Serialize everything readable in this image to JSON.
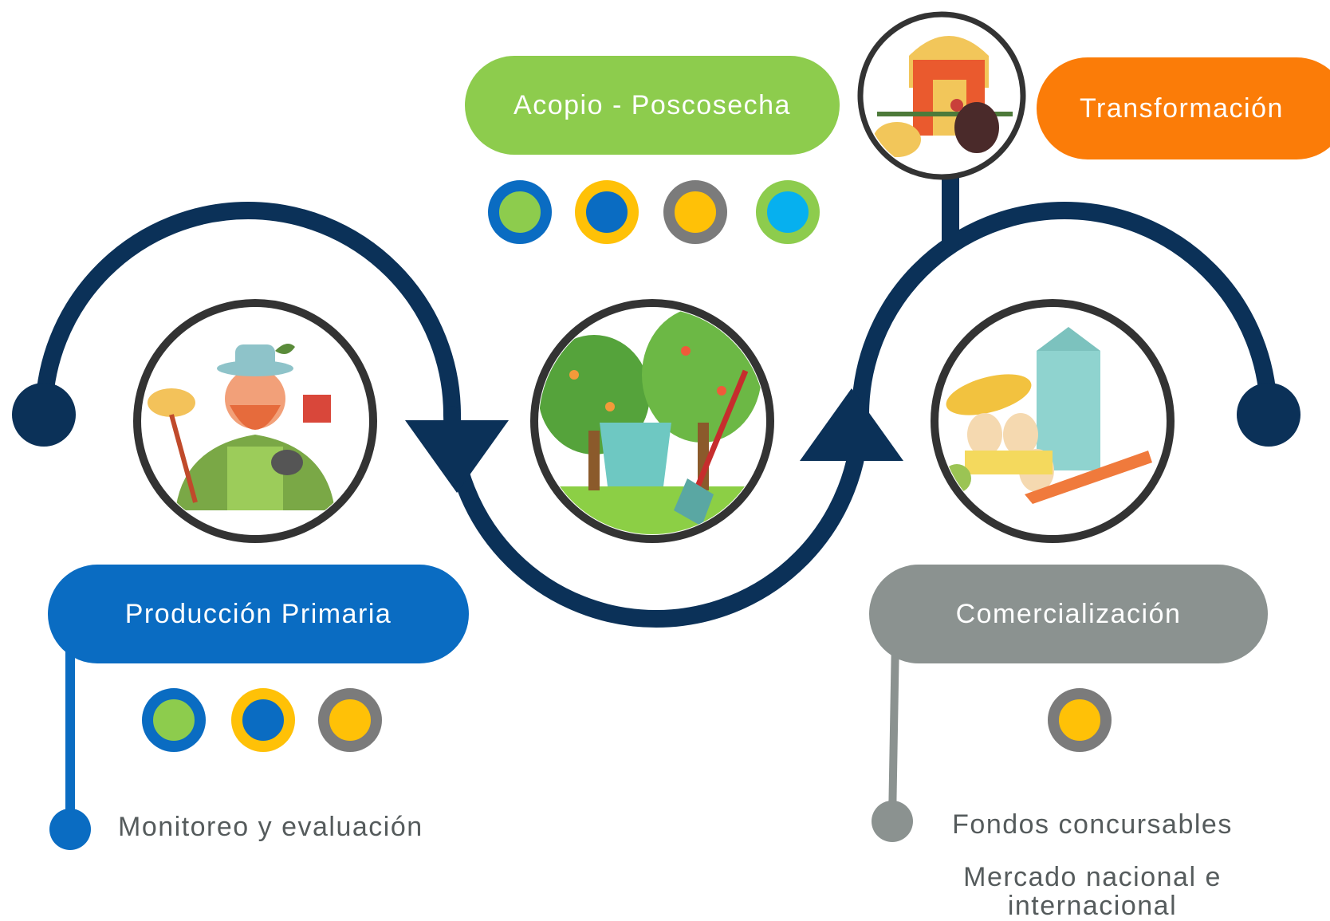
{
  "stages": {
    "acopio": "Acopio - Poscosecha",
    "transformacion": "Transformación",
    "produccion": "Producción Primaria",
    "comercializacion": "Comercialización"
  },
  "notes": {
    "monitoreo": "Monitoreo y evaluación",
    "fondos": "Fondos concursables",
    "mercado": "Mercado nacional e internacional"
  },
  "colors": {
    "flow": "#0b3158",
    "green": "#8dcc4d",
    "orange": "#fb7c08",
    "blue": "#0a6cc2",
    "gray": "#8b9290",
    "yellow": "#ffc107",
    "cyan": "#06b0ef",
    "darkgray": "#7b7b7b"
  },
  "icons": {
    "farmer": "farmer-illustration-icon",
    "orchard": "orchard-harvest-icon",
    "groceries": "milk-eggs-vegetables-icon",
    "barn": "barn-turkey-icon"
  }
}
